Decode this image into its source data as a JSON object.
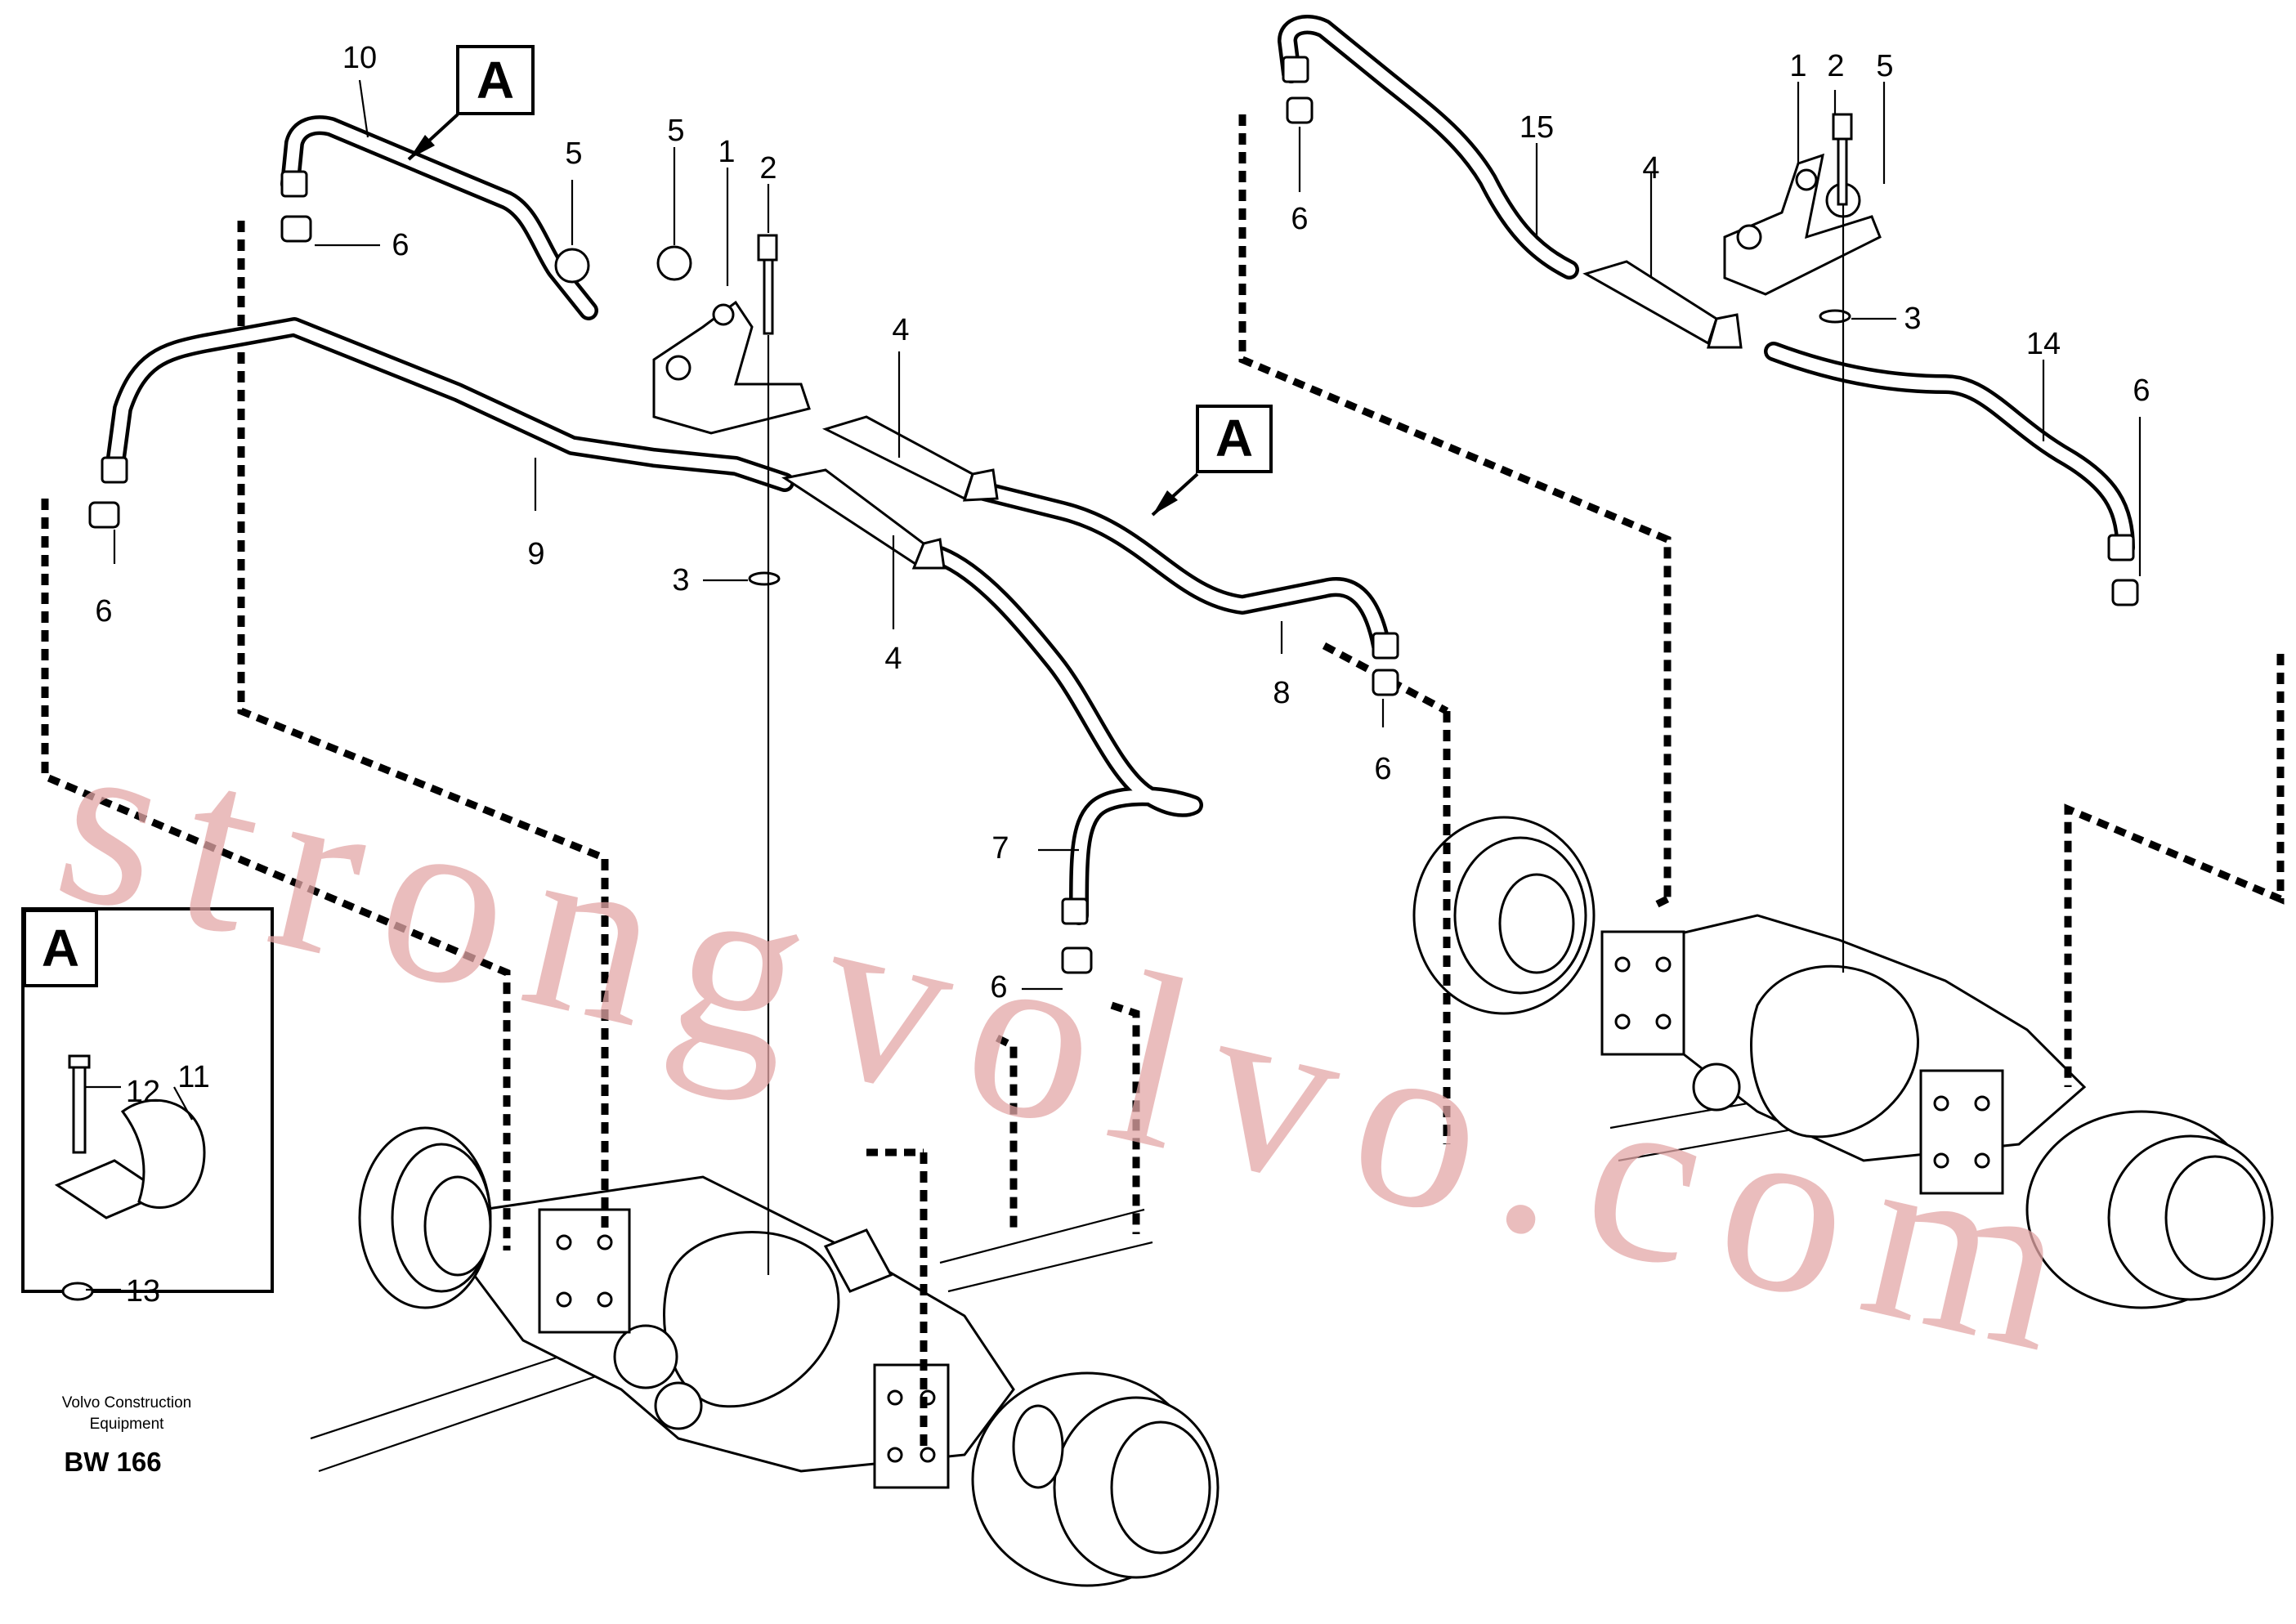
{
  "callouts": {
    "c10": "10",
    "c5a": "5",
    "c5b": "5",
    "c1a": "1",
    "c2a": "2",
    "c6a": "6",
    "c4a": "4",
    "c9": "9",
    "c6b": "6",
    "c3a": "3",
    "c4b": "4",
    "c8": "8",
    "c6c": "6",
    "c7": "7",
    "c6d": "6",
    "c1b": "1",
    "c2b": "2",
    "c5c": "5",
    "c15": "15",
    "c4c": "4",
    "c6e": "6",
    "c3b": "3",
    "c14": "14",
    "c6f": "6",
    "c12": "12",
    "c11": "11",
    "c13": "13"
  },
  "view_markers": {
    "a1": "A",
    "a2": "A",
    "detail": "A"
  },
  "credit": {
    "line1": "Volvo Construction",
    "line2": "Equipment"
  },
  "drawing_code": "BW 166",
  "watermark": "strongvolvo.com",
  "colors": {
    "watermark": "#e4a7a7",
    "line": "#000000",
    "background": "#ffffff"
  }
}
